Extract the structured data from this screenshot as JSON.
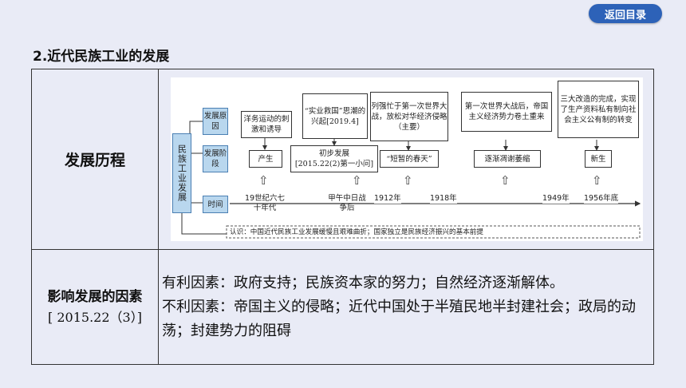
{
  "nav": {
    "back_label": "返回目录"
  },
  "section_title": "2.近代民族工业的发展",
  "row1": {
    "label": "发展历程"
  },
  "diagram": {
    "main_label": "民族工业发展",
    "categories": [
      "发展原因",
      "发展阶段",
      "时间"
    ],
    "reasons": [
      "洋务运动的刺激和诱导",
      "“实业救国”思潮的兴起[2019.4]",
      "列强忙于第一次世界大战，放松对华经济侵略（主要）",
      "第一次世界大战后，帝国主义经济势力卷土重来",
      "三大改造的完成，实现了生产资料私有制向社会主义公有制的转变"
    ],
    "stages": [
      "产生",
      "初步发展",
      "[2015.22(2)第一小问]",
      "“短暂的春天”",
      "逐渐凋谢萎缩",
      "新生"
    ],
    "times": [
      "19世纪六七十年代",
      "甲午中日战争后",
      "1912年",
      "1918年",
      "1949年",
      "1956年底"
    ],
    "insight": "认识：中国近代民族工业发展缓慢且艰难曲折；国家独立是民族经济振兴的基本前提"
  },
  "row2": {
    "label": "影响发展的因素",
    "cite": "[ 2015.22（3）]",
    "favorable": "有利因素：政府支持；民族资本家的努力；自然经济逐渐解体。",
    "unfavorable": "不利因素：帝国主义的侵略；近代中国处于半殖民地半封建社会；政局的动荡；封建势力的阻碍"
  }
}
